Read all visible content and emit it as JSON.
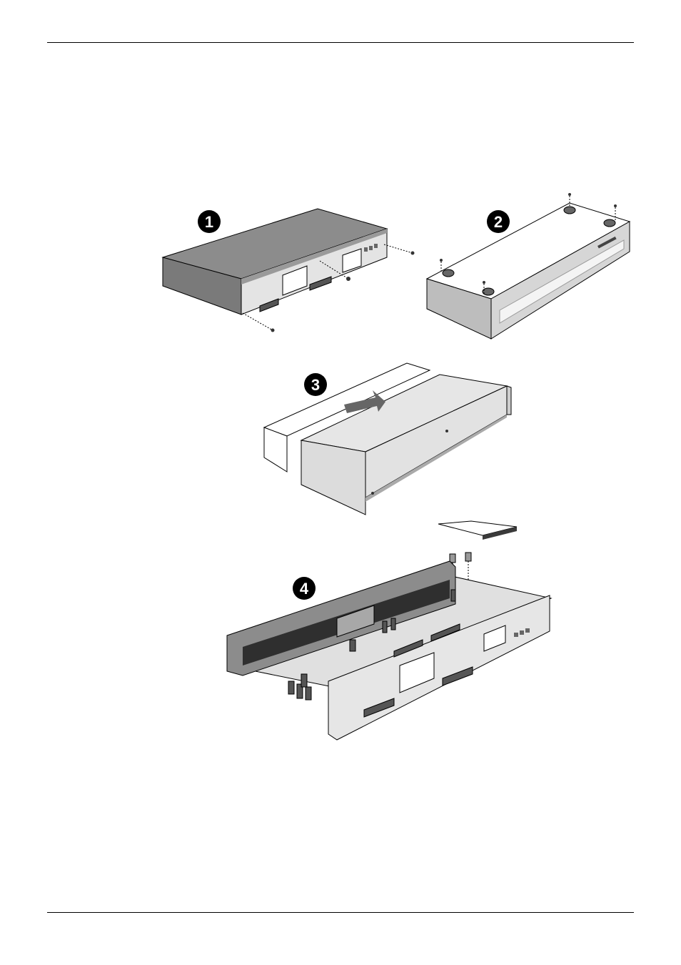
{
  "steps": {
    "one": "1",
    "two": "2",
    "three": "3",
    "four": "4"
  },
  "colors": {
    "case_grey": "#8a8a8a",
    "case_dark": "#6e6e6e",
    "panel_light": "#e2e2e2",
    "board_dark": "#3a3a3a",
    "line": "#000000"
  }
}
